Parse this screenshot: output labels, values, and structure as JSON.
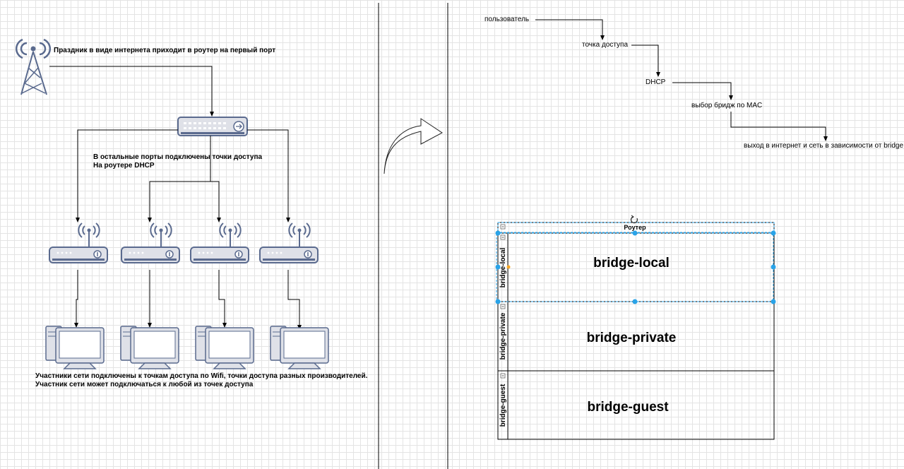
{
  "left_diagram": {
    "internet_note": "Праздник в виде интернета приходит в роутер на первый порт",
    "ports_note_line1": "В остальные порты подключены точки доступа",
    "ports_note_line2": "На роутере DHCP",
    "clients_note_line1": "Участники сети подключены к точкам доступа по Wifi, точки доступа разных производителей.",
    "clients_note_line2": "Участник сети может подключаться к любой из точек доступа"
  },
  "flow": {
    "steps": [
      "пользователь",
      "точка доступа",
      "DHCP",
      "выбор бридж по MAC",
      "выход в интернет и сеть в зависимости от bridge"
    ]
  },
  "router_container": {
    "title": "Роутер",
    "bridges": [
      {
        "short": "bridge-local",
        "name": "bridge-local"
      },
      {
        "short": "bridge-private",
        "name": "bridge-private"
      },
      {
        "short": "bridge-guest",
        "name": "bridge-guest"
      }
    ]
  },
  "colors": {
    "device_fill": "#dfe1e8",
    "device_stroke": "#5a6a8e",
    "selection": "#29a3e8",
    "grid": "#e4e4e4"
  }
}
